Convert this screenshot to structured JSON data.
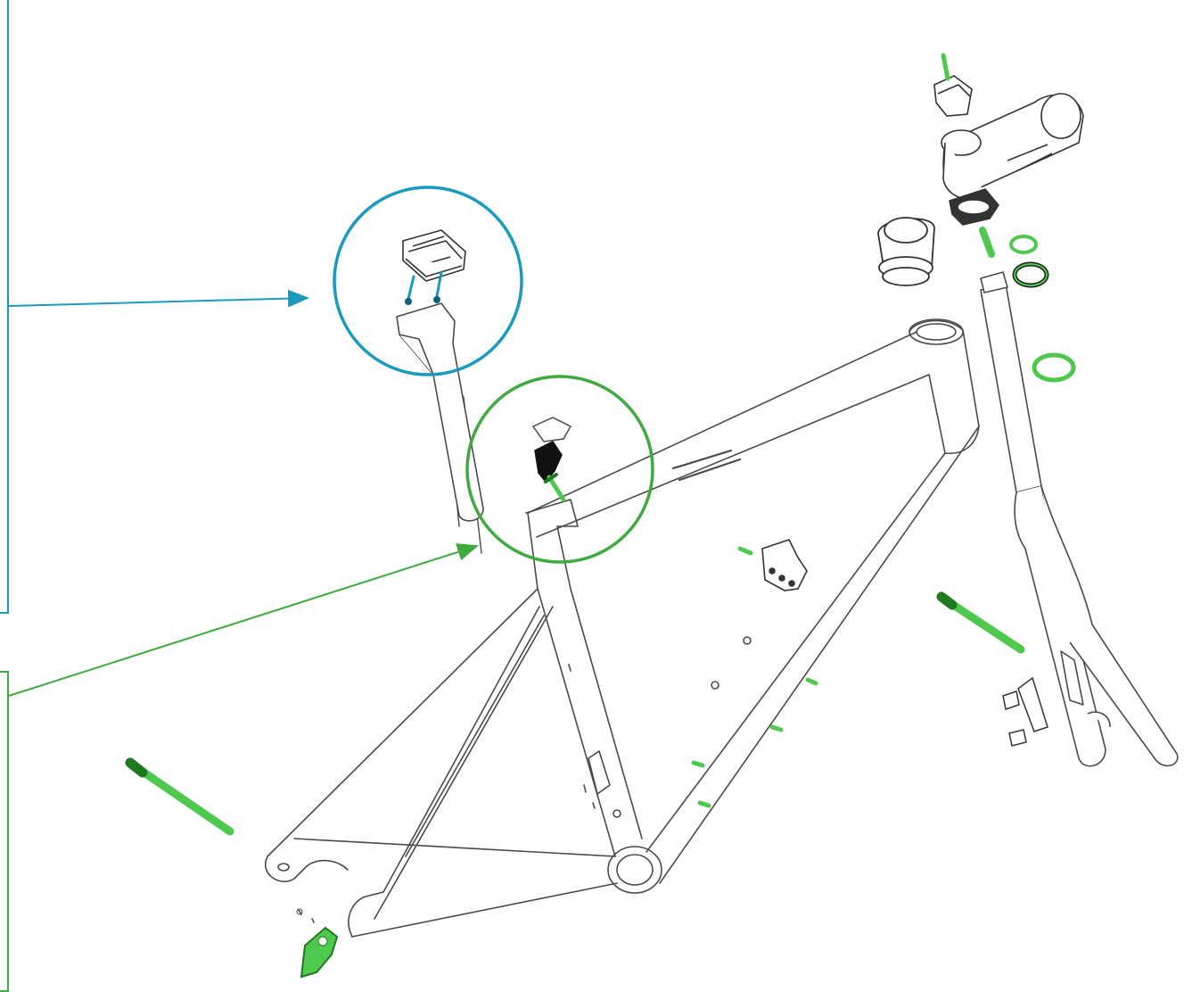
{
  "colors": {
    "background": "#ffffff",
    "linework": "#4a4a4a",
    "callout_blue": "#1a9bbd",
    "callout_green": "#3faa3f",
    "hardware_green": "#4ec94e",
    "hardware_green_dark": "#1f7a1f",
    "black_part": "#111111"
  },
  "callouts": [
    {
      "id": "seatpost-head-callout",
      "color": "callout_blue"
    },
    {
      "id": "seat-clamp-callout",
      "color": "callout_green"
    }
  ],
  "parts": [
    "frame",
    "fork",
    "seatpost",
    "saddle-clamp",
    "stem",
    "stem-faceplate",
    "headset-cups",
    "headset-bearings",
    "front-thru-axle",
    "rear-thru-axle",
    "derailleur-hanger",
    "seat-clamp-wedge",
    "bottle-cage-bolts"
  ]
}
